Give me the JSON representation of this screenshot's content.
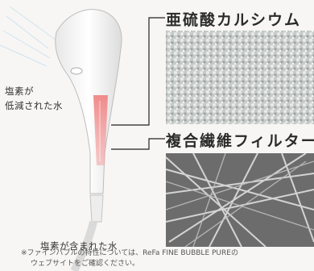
{
  "labels": {
    "reduced_water": "塩素が\n低減された水",
    "chlorine_water": "塩素が含まれた水"
  },
  "sections": [
    {
      "title": "亜硫酸カルシウム",
      "image": "calcium-sulfite-granules-photo"
    },
    {
      "title": "複合繊維フィルター",
      "image": "composite-fiber-filter-photo"
    }
  ],
  "footnote": {
    "line1": "※ファインバブルの特性については、ReFa FINE BUBBLE PUREの",
    "line2": "ウェブサイトをご確認ください。"
  },
  "colors": {
    "background": "#f7f6f4",
    "water_inner": "#e87b7b",
    "line": "#222222"
  }
}
